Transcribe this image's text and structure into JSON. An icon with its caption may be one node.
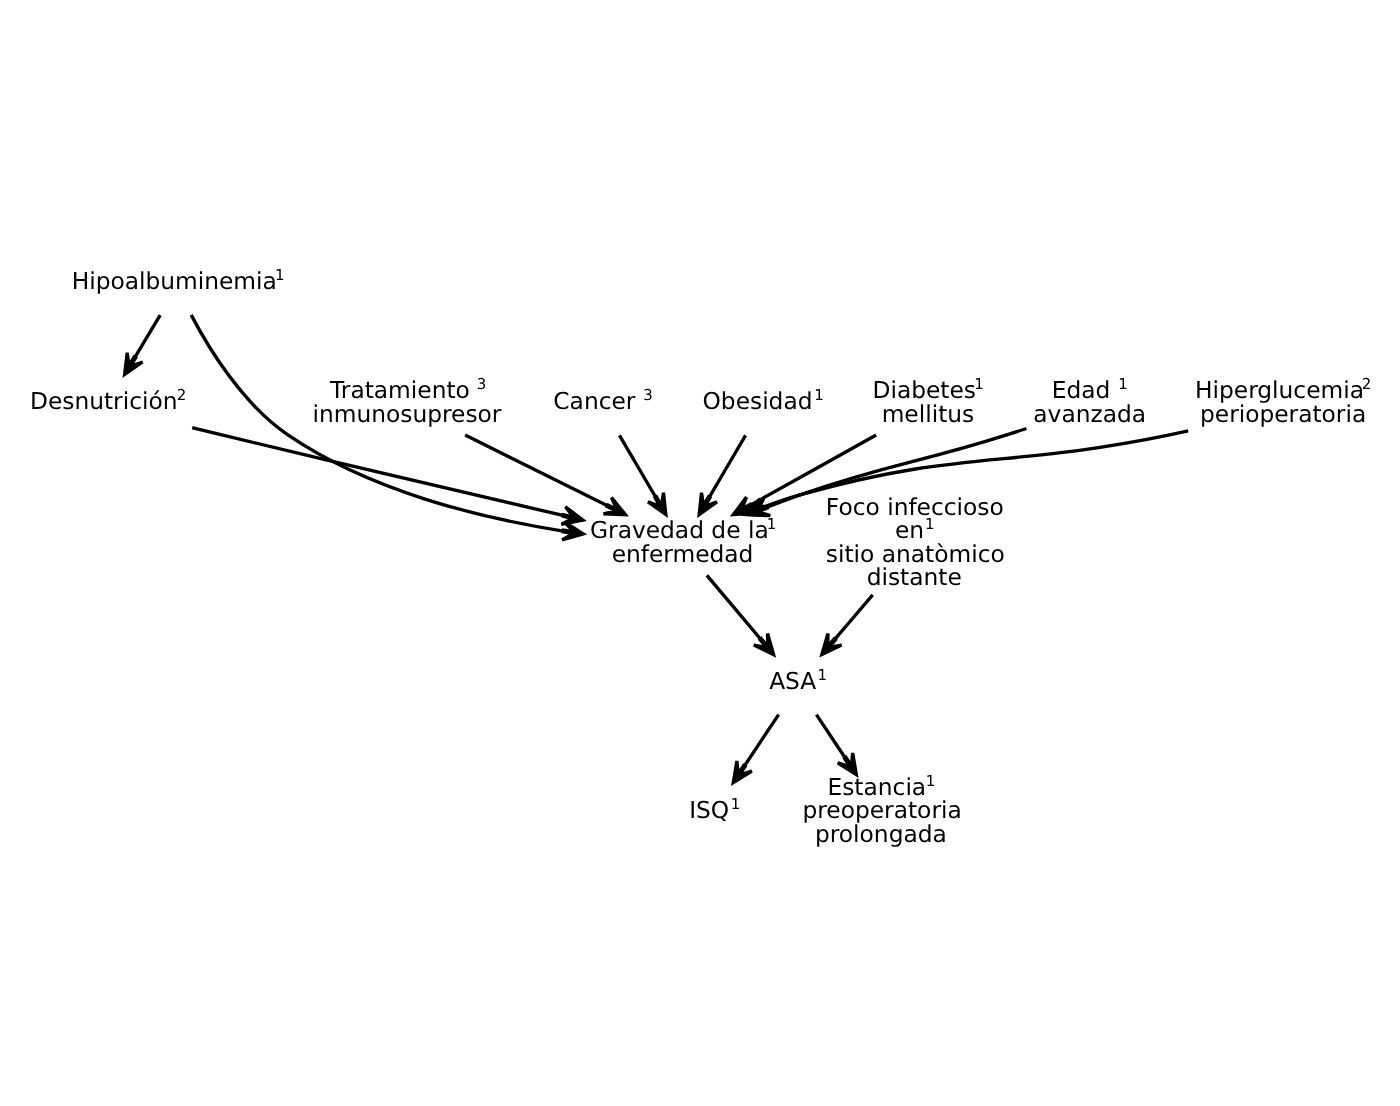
{
  "diagram": {
    "nodes": [
      {
        "text": [
          "Hipoalbuminemia$^{1}$"
        ]
      },
      {
        "text": [
          "Tratamiento $^{3}$ inmunosupresor"
        ]
      },
      {
        "text": [
          "Desnutrición$^{2}$"
        ]
      },
      {
        "text": [
          "Gravedad de la$^{1}$ enfermedad"
        ]
      },
      {
        "text": [
          "Cancer $^{3}$"
        ]
      },
      {
        "text": [
          "Obesidad$^{1}$"
        ]
      },
      {
        "text": [
          "Diabetes$^{1}$ mellitus"
        ]
      },
      {
        "text": [
          "Edad $^{1}$ avanzada"
        ]
      },
      {
        "text": [
          "Hiperglucemia$^{2}$ perioperatoria"
        ]
      },
      {
        "text": [
          "ASA$^{1}$"
        ]
      },
      {
        "text": [
          "Foco infeccioso en$^{1}$ sitio anatòmico distante"
        ]
      },
      {
        "text": [
          "ISQ$^{1}$"
        ]
      },
      {
        "text": [
          "Estancia$^{1}$ preoperatoria prolongada"
        ]
      }
    ],
    "edges": [
      {
        "from": 0,
        "to": 2,
        "arrow": "to"
      },
      {
        "from": 0,
        "to": 3,
        "arrow": "to"
      },
      {
        "from": 1,
        "to": 3,
        "arrow": "to"
      },
      {
        "from": 2,
        "to": 3,
        "arrow": "to"
      },
      {
        "from": 4,
        "to": 3,
        "arrow": "to"
      },
      {
        "from": 5,
        "to": 3,
        "arrow": "to"
      },
      {
        "from": 6,
        "to": 3,
        "arrow": "to"
      },
      {
        "from": 7,
        "to": 3,
        "arrow": "to"
      },
      {
        "from": 8,
        "to": 3,
        "arrow": "to"
      },
      {
        "from": 3,
        "to": 9,
        "arrow": "to"
      },
      {
        "from": 10,
        "to": 9,
        "arrow": "to"
      },
      {
        "from": 9,
        "to": 11,
        "arrow": "to"
      },
      {
        "from": 9,
        "to": 12,
        "arrow": "to"
      }
    ]
  }
}
